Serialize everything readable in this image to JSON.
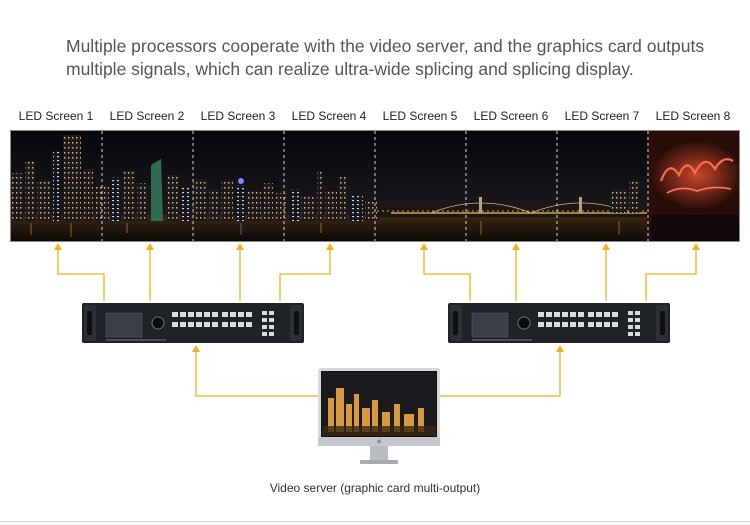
{
  "headline": {
    "line1": "Multiple processors cooperate with the video server, and the graphics card outputs",
    "line2": "multiple signals, which can realize ultra-wide splicing and splicing display."
  },
  "screens": [
    {
      "label": "LED Screen 1"
    },
    {
      "label": "LED Screen 2"
    },
    {
      "label": "LED Screen 3"
    },
    {
      "label": "LED Screen 4"
    },
    {
      "label": "LED Screen 5"
    },
    {
      "label": "LED Screen 6"
    },
    {
      "label": "LED Screen 7"
    },
    {
      "label": "LED Screen 8"
    }
  ],
  "caption": "Video server (graphic card multi-output)",
  "colors": {
    "connector": "#f2b01e",
    "text": "#555555",
    "device": "#1f2226"
  }
}
